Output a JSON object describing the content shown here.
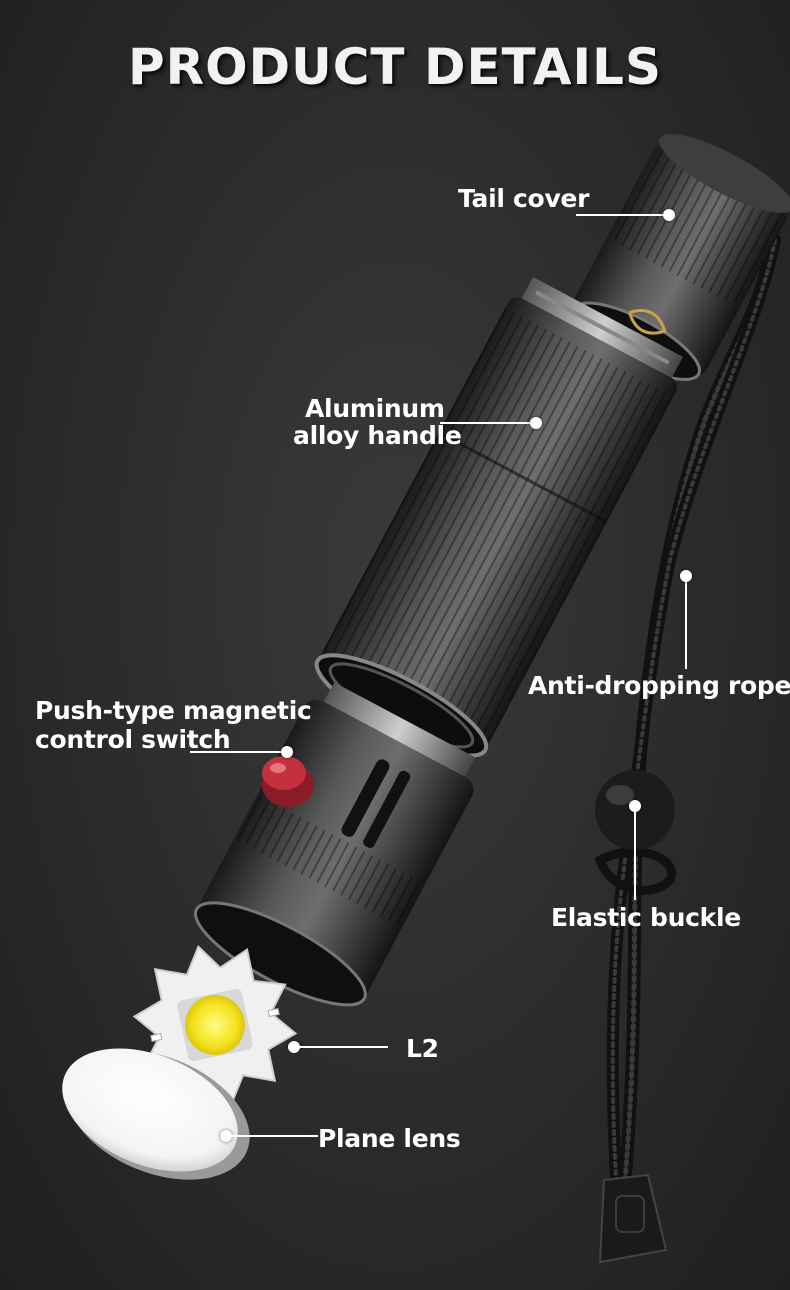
{
  "page_title": "PRODUCT DETAILS",
  "callouts": {
    "tail_cover": "Tail cover",
    "aluminum_line1": "Aluminum",
    "aluminum_line2": "alloy handle",
    "switch_line1": "Push-type magnetic",
    "switch_line2": "control switch",
    "anti_dropping_rope": "Anti-dropping rope",
    "elastic_buckle": "Elastic buckle",
    "l2": "L2",
    "plane_lens": "Plane lens"
  },
  "colors": {
    "background": "#2b2b2b",
    "label_text": "#ffffff",
    "switch_red": "#c4303e",
    "led_yellow": "#f4e21a"
  }
}
